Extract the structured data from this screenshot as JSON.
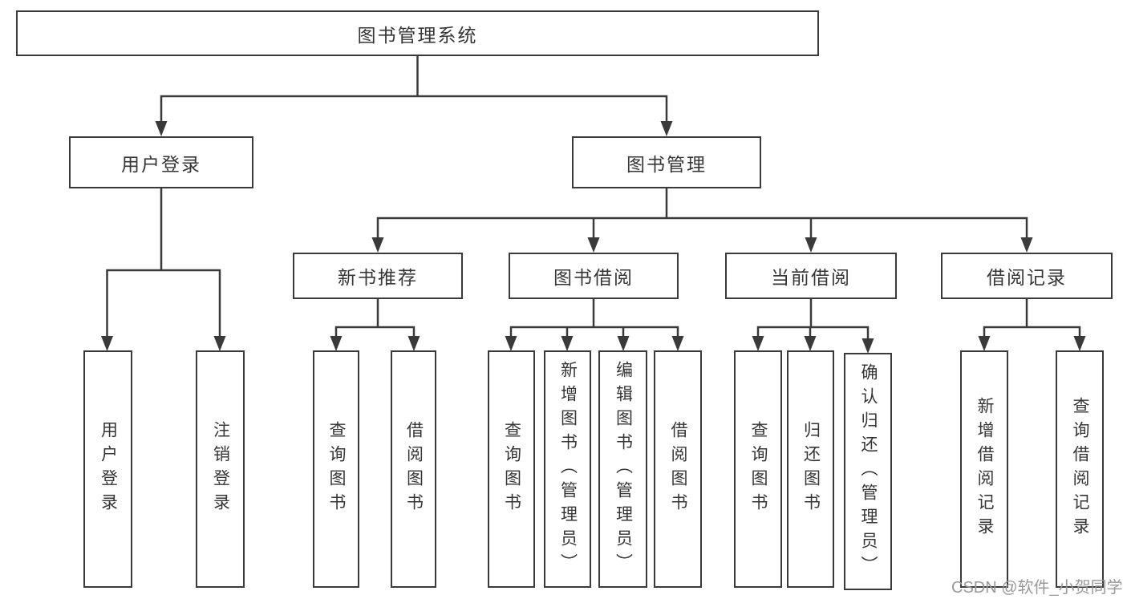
{
  "tree": {
    "root": {
      "label": "图书管理系统"
    },
    "user_login": {
      "label": "用户登录",
      "children": [
        {
          "label": "用户登录"
        },
        {
          "label": "注销登录"
        }
      ]
    },
    "book_management": {
      "label": "图书管理",
      "sections": [
        {
          "label": "新书推荐",
          "children": [
            {
              "label": "查询图书"
            },
            {
              "label": "借阅图书"
            }
          ]
        },
        {
          "label": "图书借阅",
          "children": [
            {
              "label": "查询图书"
            },
            {
              "label": "新增图书（管理员）"
            },
            {
              "label": "编辑图书（管理员）"
            },
            {
              "label": "借阅图书"
            }
          ]
        },
        {
          "label": "当前借阅",
          "children": [
            {
              "label": "查询图书"
            },
            {
              "label": "归还图书"
            },
            {
              "label": "确认归还（管理员）"
            }
          ]
        },
        {
          "label": "借阅记录",
          "children": [
            {
              "label": "新增借阅记录"
            },
            {
              "label": "查询借阅记录"
            }
          ]
        }
      ]
    }
  },
  "watermark": {
    "text": "CSDN @软件_小贺同学"
  },
  "colors": {
    "line": "#3a3a3a",
    "text": "#363636",
    "box_background": "#ffffff",
    "page_background": "#ffffff",
    "watermark": "#999999"
  }
}
